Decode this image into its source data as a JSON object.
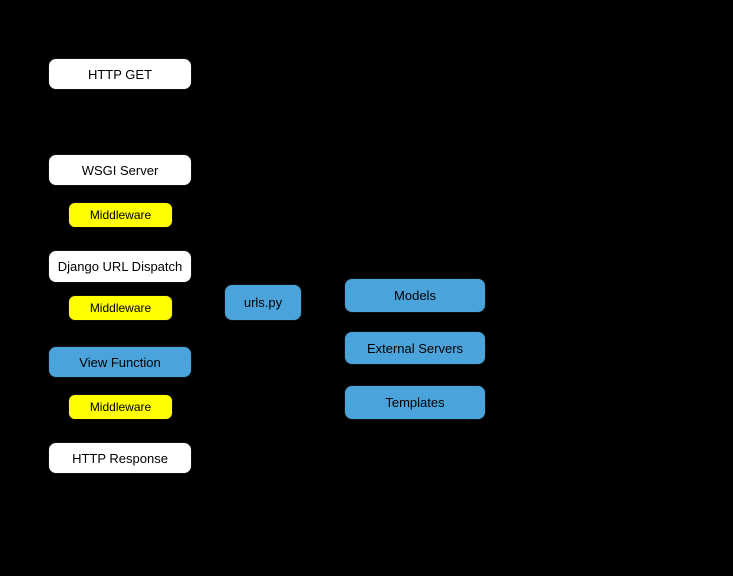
{
  "diagram": {
    "title": "Django request/response flow diagram",
    "background_color": "#000000",
    "colors": {
      "plain_node": "#ffffff",
      "middleware_node": "#ffff00",
      "component_node": "#4aa3db",
      "text": "#000000"
    },
    "nodes": [
      {
        "id": "http-get",
        "label": "HTTP GET",
        "type": "plain"
      },
      {
        "id": "wsgi-server",
        "label": "WSGI Server",
        "type": "plain"
      },
      {
        "id": "middleware-1",
        "label": "Middleware",
        "type": "middleware"
      },
      {
        "id": "django-url-dispatch",
        "label": "Django URL Dispatch",
        "type": "plain"
      },
      {
        "id": "middleware-2",
        "label": "Middleware",
        "type": "middleware"
      },
      {
        "id": "view-function",
        "label": "View Function",
        "type": "component"
      },
      {
        "id": "middleware-3",
        "label": "Middleware",
        "type": "middleware"
      },
      {
        "id": "http-response",
        "label": "HTTP Response",
        "type": "plain"
      },
      {
        "id": "urls-py",
        "label": "urls.py",
        "type": "component"
      },
      {
        "id": "models",
        "label": "Models",
        "type": "component"
      },
      {
        "id": "external-servers",
        "label": "External Servers",
        "type": "component"
      },
      {
        "id": "templates",
        "label": "Templates",
        "type": "component"
      }
    ]
  }
}
